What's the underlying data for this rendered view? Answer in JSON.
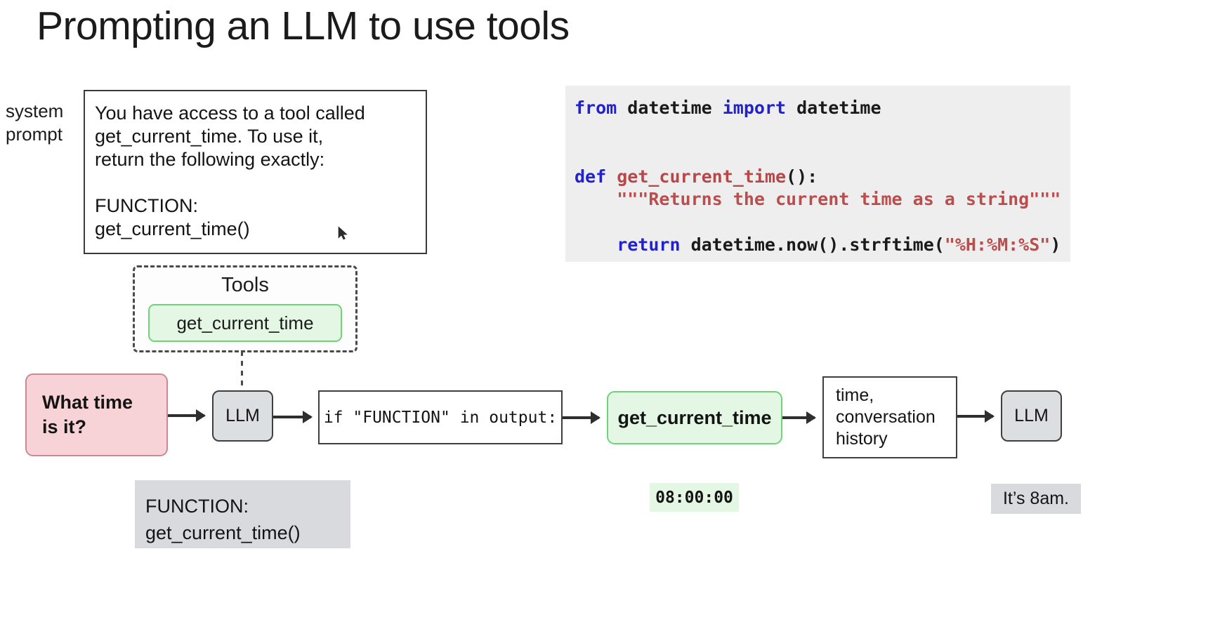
{
  "slide": {
    "title": "Prompting an LLM to use tools"
  },
  "system_prompt": {
    "label": "system\nprompt",
    "text": "You have access to a tool called\nget_current_time. To use it,\nreturn the following exactly:\n\nFUNCTION:\nget_current_time()"
  },
  "code_block": {
    "language": "python",
    "lines": [
      {
        "segments": [
          {
            "text": "from ",
            "style": "kw"
          },
          {
            "text": "datetime ",
            "style": "plain"
          },
          {
            "text": "import ",
            "style": "kw"
          },
          {
            "text": "datetime",
            "style": "plain"
          }
        ]
      },
      {
        "segments": []
      },
      {
        "segments": []
      },
      {
        "segments": [
          {
            "text": "def ",
            "style": "kw"
          },
          {
            "text": "get_current_time",
            "style": "fn"
          },
          {
            "text": "():",
            "style": "plain"
          }
        ]
      },
      {
        "segments": [
          {
            "text": "    \"\"\"Returns the current time as a string\"\"\"",
            "style": "str"
          }
        ]
      },
      {
        "segments": []
      },
      {
        "segments": [
          {
            "text": "    return ",
            "style": "kw"
          },
          {
            "text": "datetime.now().strftime(",
            "style": "plain"
          },
          {
            "text": "\"%H:%M:%S\"",
            "style": "str"
          },
          {
            "text": ")",
            "style": "plain"
          }
        ]
      }
    ]
  },
  "tools_group": {
    "label": "Tools",
    "tools": [
      {
        "name": "get_current_time"
      }
    ]
  },
  "flow": {
    "nodes": {
      "question": "What time\nis it?",
      "llm_first": "LLM",
      "condition": "if \"FUNCTION\" in output:",
      "tool_call": "get_current_time",
      "context": "time,\nconversation\nhistory",
      "llm_second": "LLM"
    }
  },
  "annotations": {
    "function_call": "FUNCTION:\nget_current_time()",
    "tool_result": "08:00:00",
    "final_answer": "It’s 8am."
  },
  "colors": {
    "background": "#ffffff",
    "code_block_bg": "#eeeeee",
    "keyword": "#2222cc",
    "function_name": "#b8474a",
    "string": "#bb4d4d",
    "green_fill": "#e3f7e4",
    "green_border": "#6ed47a",
    "pink_fill": "#f7d3d7",
    "pink_border": "#c98a94",
    "gray_node_fill": "#dcdfe2",
    "gray_annotation_bg": "#d8dadd",
    "outline": "#3f3f3f"
  }
}
